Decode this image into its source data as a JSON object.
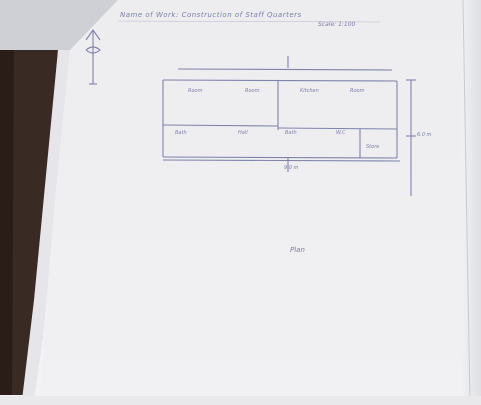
{
  "document": {
    "heading_line_1": "Name of Work: Construction of Staff Quarters",
    "heading_line_2": "Scale: 1:100"
  },
  "plan": {
    "rooms": [
      {
        "label": "Room"
      },
      {
        "label": "Room"
      },
      {
        "label": "Kitchen"
      },
      {
        "label": "Room"
      },
      {
        "label": "Bath"
      },
      {
        "label": "Hall"
      },
      {
        "label": "Bath"
      },
      {
        "label": "W.C"
      },
      {
        "label": "Store"
      }
    ],
    "bottom_dimension": "9.0 m",
    "right_dimension": "6.0 m",
    "center_note": "Plan"
  },
  "colors": {
    "ink": "#7b7da8",
    "paper": "#f3f3f5",
    "table": "#3a2a24"
  }
}
